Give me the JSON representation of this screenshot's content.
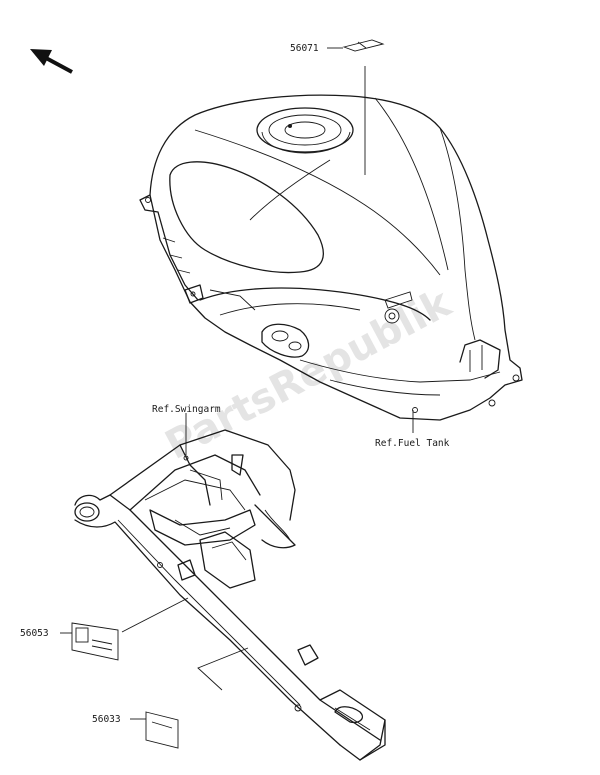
{
  "watermark": "PartsRepublik",
  "arrow": {
    "icon": "direction-arrow-icon",
    "direction": "up-left"
  },
  "labels": {
    "part_56071": "56071",
    "part_56053": "56053",
    "part_56033": "56033",
    "ref_swingarm": "Ref.Swingarm",
    "ref_fuel_tank": "Ref.Fuel Tank"
  }
}
